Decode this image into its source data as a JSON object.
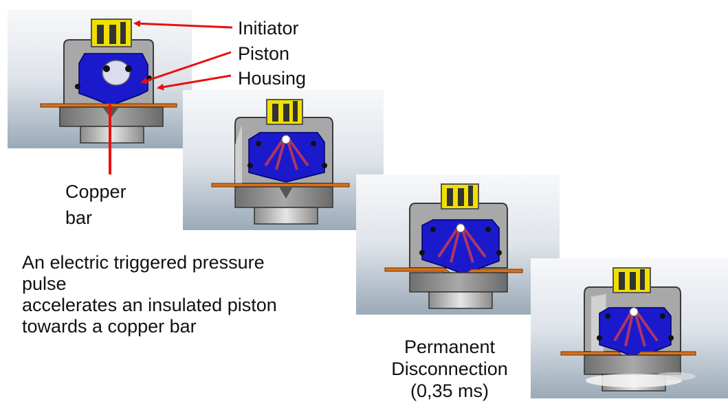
{
  "labels": {
    "initiator": "Initiator",
    "piston": "Piston",
    "housing": "Housing",
    "copper_line1": "Copper",
    "copper_line2": "bar"
  },
  "description": {
    "line1": "An electric triggered pressure",
    "line2": "pulse",
    "line3": "accelerates an insulated piston",
    "line4": "towards a copper bar"
  },
  "result": {
    "line1": "Permanent",
    "line2": "Disconnection",
    "line3": "(0,35 ms)"
  },
  "colors": {
    "arrow": "#e8100e",
    "initiator": "#f0e000",
    "piston": "#1a1acc",
    "housing": "#a8a8a8",
    "copper": "#d8701c",
    "panel_top": "#f7f8fa",
    "panel_bottom": "#9aaab8"
  }
}
